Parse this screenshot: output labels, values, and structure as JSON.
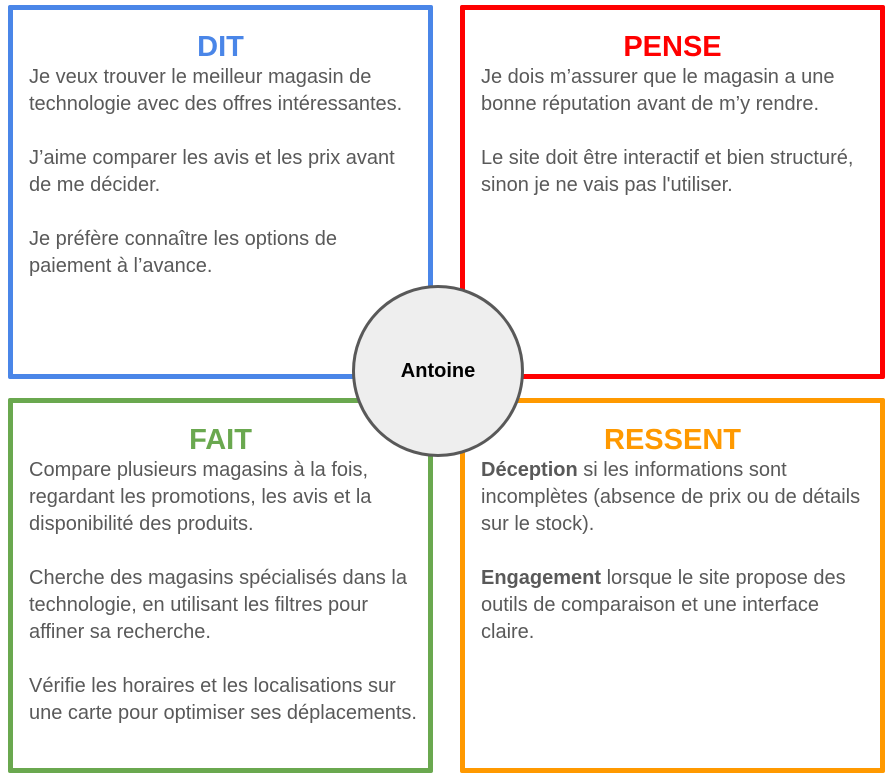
{
  "persona": {
    "name": "Antoine"
  },
  "colors": {
    "dit": "#4a86e8",
    "pense": "#ff0000",
    "fait": "#6aa84f",
    "ressent": "#ff9900",
    "body_text": "#595959",
    "circle_fill": "#eeeeee",
    "circle_border": "#595959"
  },
  "quadrants": {
    "dit": {
      "title": "DIT",
      "paragraphs": [
        {
          "text": "Je veux trouver le meilleur magasin de technologie avec des offres intéressantes."
        },
        {
          "text": "J’aime comparer les avis et les prix avant de me décider."
        },
        {
          "text": "Je préfère connaître les options de paiement à l’avance."
        }
      ]
    },
    "pense": {
      "title": "PENSE",
      "paragraphs": [
        {
          "text": "Je dois m’assurer que le magasin a une bonne réputation avant de m’y rendre."
        },
        {
          "text": "Le site doit être interactif et bien structuré, sinon je ne vais pas l'utiliser."
        }
      ]
    },
    "fait": {
      "title": "FAIT",
      "paragraphs": [
        {
          "text": "Compare plusieurs magasins à la fois, regardant les promotions, les avis et la disponibilité des produits."
        },
        {
          "text": "Cherche des magasins spécialisés dans la technologie, en utilisant les filtres pour affiner sa recherche."
        },
        {
          "text": "Vérifie les horaires et les localisations sur une carte pour optimiser ses déplacements."
        }
      ]
    },
    "ressent": {
      "title": "RESSENT",
      "paragraphs": [
        {
          "bold": "Déception",
          "text": " si les informations sont incomplètes (absence de prix ou de détails sur le stock)."
        },
        {
          "bold": "Engagement",
          "text": " lorsque le site propose des outils de comparaison et une interface claire."
        }
      ]
    }
  }
}
